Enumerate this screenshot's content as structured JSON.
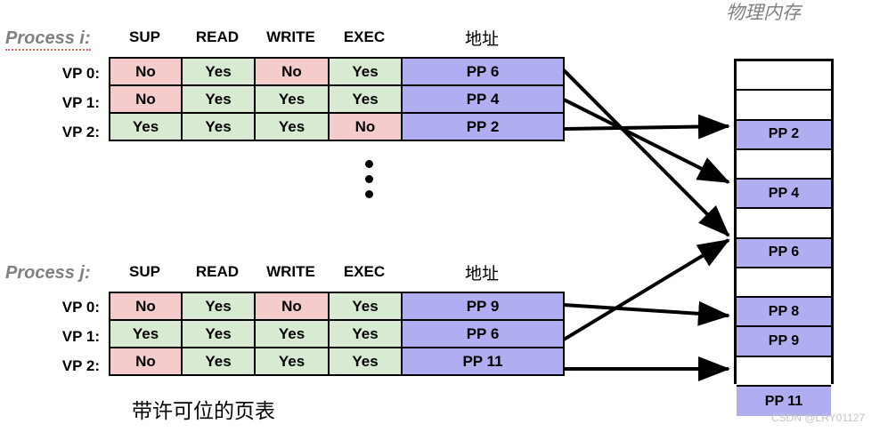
{
  "diagram": {
    "memory_title": "物理内存",
    "caption": "带许可位的页表",
    "watermark": "CSDN @LRY01127",
    "colors": {
      "yes": "#d9ead3",
      "no": "#f4cccc",
      "page": "#b0aef0",
      "label_gray": "#808080",
      "border": "#000000"
    }
  },
  "columns": [
    "SUP",
    "READ",
    "WRITE",
    "EXEC",
    "地址"
  ],
  "processes": [
    {
      "label": "Process i:",
      "rows": [
        {
          "vp": "VP 0:",
          "sup": "No",
          "read": "Yes",
          "write": "No",
          "exec": "Yes",
          "addr": "PP 6"
        },
        {
          "vp": "VP 1:",
          "sup": "No",
          "read": "Yes",
          "write": "Yes",
          "exec": "Yes",
          "addr": "PP 4"
        },
        {
          "vp": "VP 2:",
          "sup": "Yes",
          "read": "Yes",
          "write": "Yes",
          "exec": "No",
          "addr": "PP 2"
        }
      ]
    },
    {
      "label": "Process j:",
      "rows": [
        {
          "vp": "VP 0:",
          "sup": "No",
          "read": "Yes",
          "write": "No",
          "exec": "Yes",
          "addr": "PP 9"
        },
        {
          "vp": "VP 1:",
          "sup": "Yes",
          "read": "Yes",
          "write": "Yes",
          "exec": "Yes",
          "addr": "PP 6"
        },
        {
          "vp": "VP 2:",
          "sup": "No",
          "read": "Yes",
          "write": "Yes",
          "exec": "Yes",
          "addr": "PP 11"
        }
      ]
    }
  ],
  "memory_cells": [
    {
      "label": "",
      "filled": false
    },
    {
      "label": "",
      "filled": false
    },
    {
      "label": "PP 2",
      "filled": true
    },
    {
      "label": "",
      "filled": false
    },
    {
      "label": "PP 4",
      "filled": true
    },
    {
      "label": "",
      "filled": false
    },
    {
      "label": "PP 6",
      "filled": true
    },
    {
      "label": "",
      "filled": false
    },
    {
      "label": "PP 8",
      "filled": true
    },
    {
      "label": "PP 9",
      "filled": true
    },
    {
      "label": "",
      "filled": false
    },
    {
      "label": "PP 11",
      "filled": true
    }
  ],
  "mappings": [
    {
      "from": "i.VP 0",
      "to": "PP 6"
    },
    {
      "from": "i.VP 1",
      "to": "PP 4"
    },
    {
      "from": "i.VP 2",
      "to": "PP 2"
    },
    {
      "from": "j.VP 0",
      "to": "PP 9"
    },
    {
      "from": "j.VP 1",
      "to": "PP 6"
    },
    {
      "from": "j.VP 2",
      "to": "PP 11"
    }
  ]
}
